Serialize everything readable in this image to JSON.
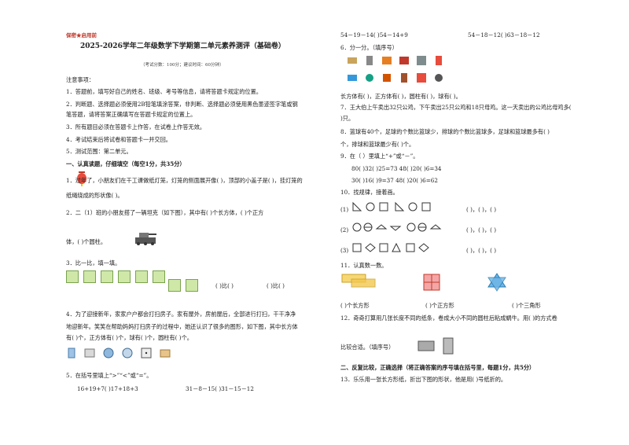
{
  "header": {
    "stamp": "保密★启用前",
    "title": "2025-2026学年二年级数学下学期第二单元素养测评（基础卷）",
    "meta": "（考试分数：100分；建议时间：60分钟）"
  },
  "notice": {
    "label": "注意事项：",
    "items": [
      "1．答题前，填写好自己的姓名、班级、考号等信息，请将答题卡规定的位置。",
      "2．判断题、选择题必须使用2B铅笔填涂答案，非判断、选择题必须使用黑色墨迹签字笔或钢",
      "笔答题，请将答案正确填写在答题卡规定的位置上。",
      "3．所有题目必须在答题卡上作答，在试卷上作答无效。",
      "4．考试结束后将试卷和答题卡一并交回。",
      "5．测试范围：第二单元。"
    ]
  },
  "section1": "一、认真读题，仔细填空（每空1分，共35分）",
  "left_questions": {
    "q1a": "1．过年了，小朋友们在干工课做纸灯笼，灯笼的侧面展开像(        )，顶部的小盖子是(        )，挂灯笼的",
    "q1b": "纸绳绕成的形状像(        )。",
    "q2a": "2．二（1）班的小朋友搭了一辆坦克（如下图），其中有(        )个长方体，(        )个正方",
    "q2b": "体，(        )个圆柱。",
    "q3": "3．比一比，填一填。",
    "q3_fill_a": "(        )比(        )",
    "q3_fill_b": "(        )比(        )",
    "q4a": "4．为了迎接新年，家家户户都会打扫房子。家有屋外，房前屋后，全部进行打扫，干干净净",
    "q4b": "地迎新年。笑笑在帮助妈妈打扫房子的过程中，她还认识了很多的图形，如下图，其中长方体",
    "q4c": "有(        )个，正方体有(        )个，球有(        )个，圆柱有(        )个。",
    "q5": "5．在括号里填上“>”“<”或“=”。",
    "q5a": "16+19+7(        )17+18+3",
    "q5b": "31－8－15(        )31－15－12"
  },
  "right_questions": {
    "r0a": "54－19－14(        )54－14+9",
    "r0b": "54－18－12(        )63－18－12",
    "q6": "6．分一分。（填序号）",
    "q6_fill": "长方体有(        )，正方体有(        )，圆柱有(        )，球有(        )。",
    "q7a": "7．王大伯上午卖出32只公鸡，下午卖出25只公鸡和18只母鸡。这一天卖出的公鸡比母鸡多(",
    "q7b": ")只。",
    "q8a": "8．篮球有40个，足球的个数比篮球少，排球的个数比篮球多，足球和篮球最多有(            )",
    "q8b": "个，排球和篮球最少有(        )个。",
    "q9": "9．在（       ）里填上“+”或“－”。",
    "q9r1": "80(        )32(        )25=73              48(        )20(        )6=34",
    "q9r2": "30(        )16(        )9=37              48(        )20(        )6=62",
    "q10": "10．找规律，接着画。",
    "q10r1": "(1)",
    "q10r1_fill": "(        )，(        )，(        )",
    "q10r2": "(2)",
    "q10r2_fill": "(        )，(        )，(        )",
    "q10r3": "(3)",
    "q10r3_fill": "(        )，(        )，(        )",
    "q11": "11．认真数一数。",
    "q11_fill_a": "(        )个长方形",
    "q11_fill_b": "(        )个正方形",
    "q11_fill_c": "(        )个三角形",
    "q12a": "12．奇奇打算用几张长度不同的纸条，卷成大小不同的圆柱后粘成蜗牛。用(              )的方式卷",
    "q12b": "比较合适。（填序号）",
    "section2": "二、反复比较，正确选择（将正确答案的序号填在括号里，每题1分，共5分）",
    "q13": "13．乐乐用一张长方形纸，折出下图的形状，他是用(            )号纸折的。"
  },
  "colors": {
    "stamp": "#c0392b",
    "cube_fill": "#cfe8a8",
    "cube_edge": "#7aa34d"
  }
}
